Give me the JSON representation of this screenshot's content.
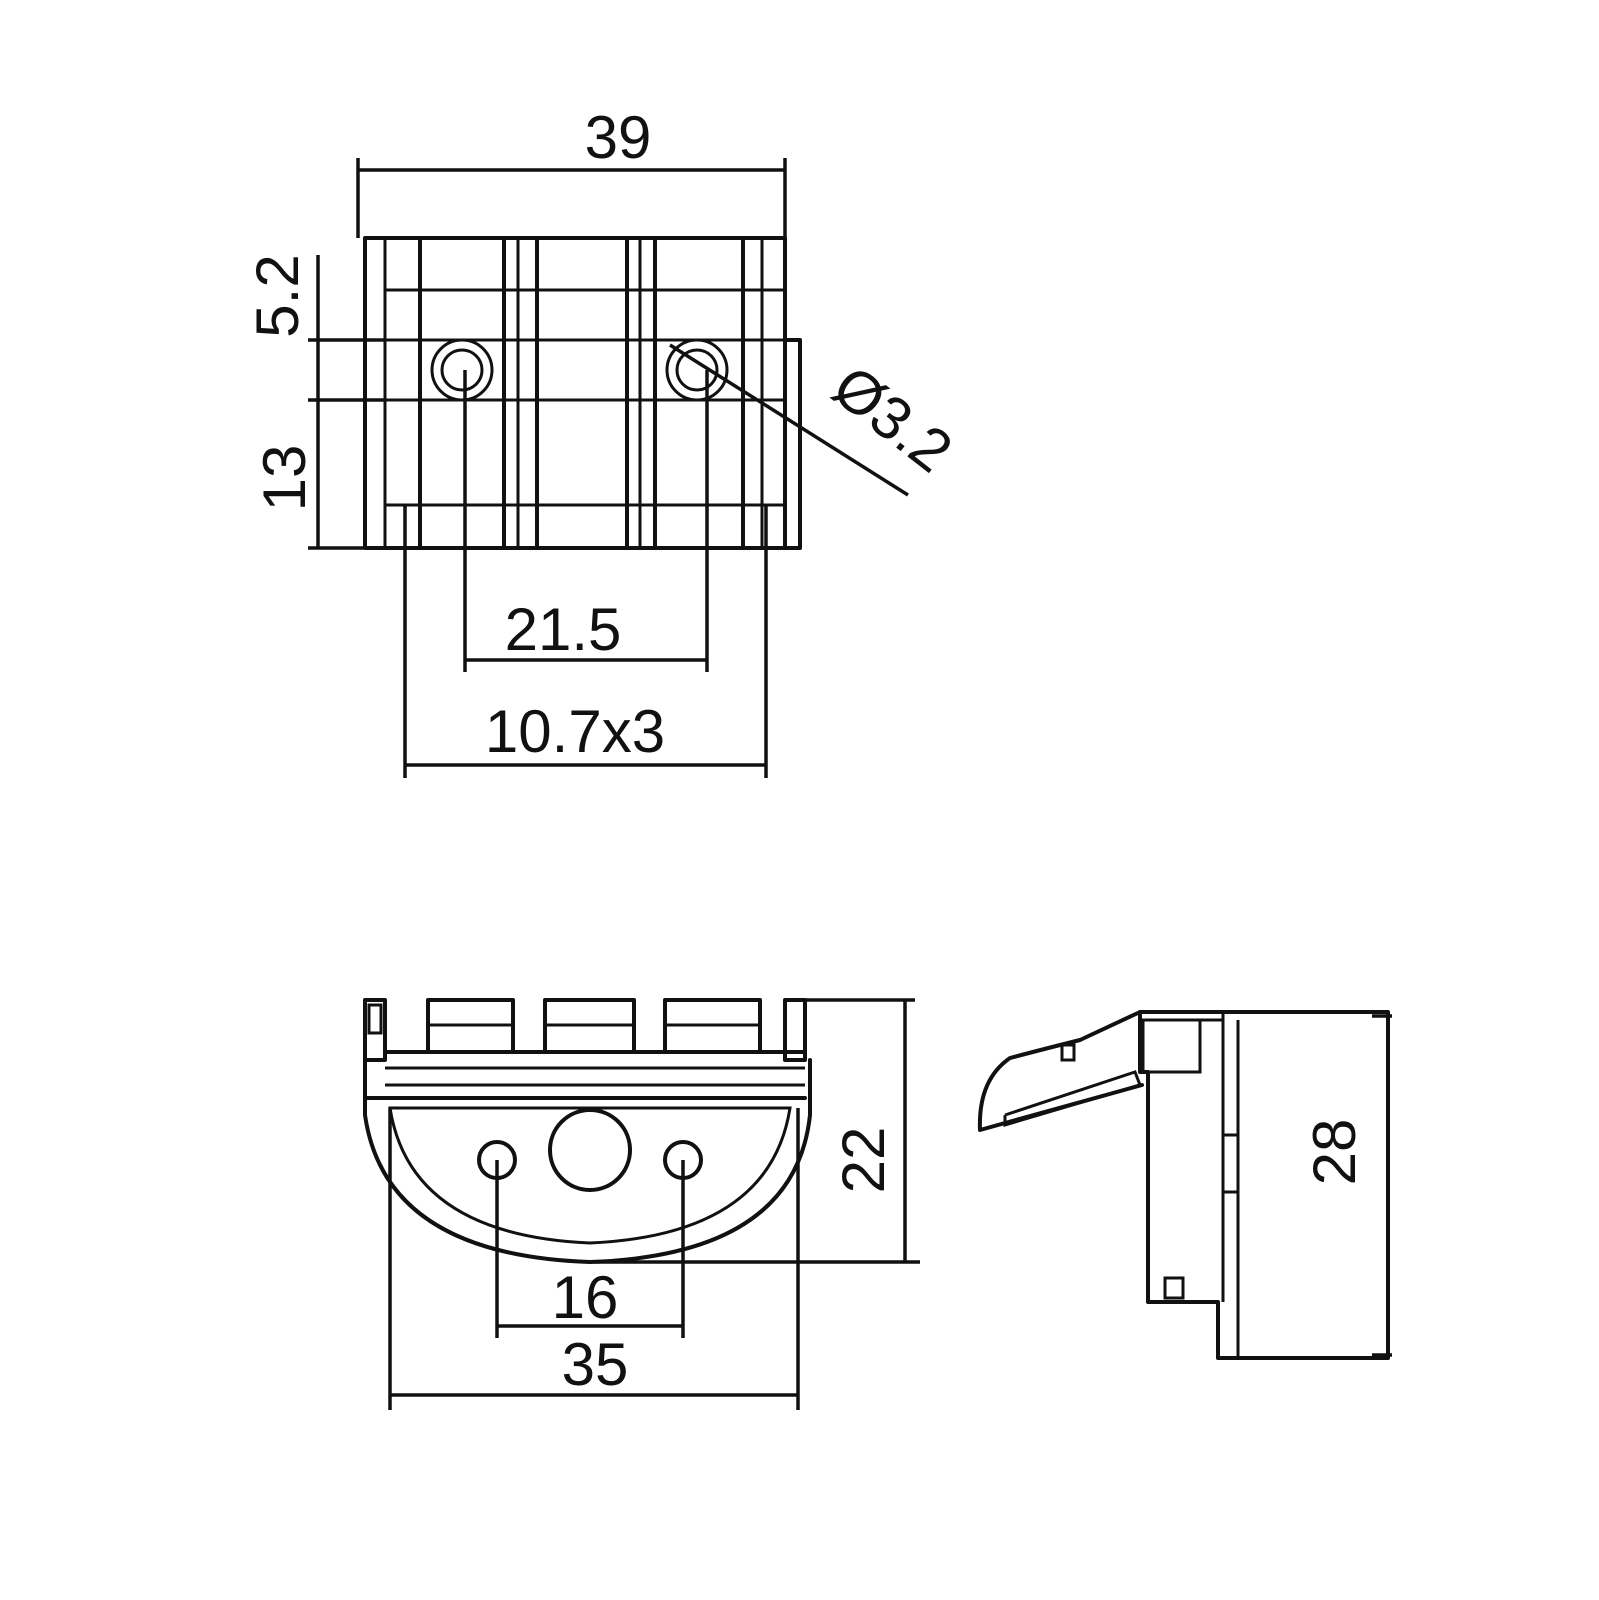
{
  "colors": {
    "line": "#111111",
    "background": "#ffffff"
  },
  "top_view": {
    "overall_width": "39",
    "tab_height": "5.2",
    "body_height": "13",
    "hole_spacing": "21.5",
    "pitch": "10.7x3",
    "hole_diameter": "Ø3.2"
  },
  "front_view": {
    "height": "22",
    "hole_spacing": "16",
    "width": "35"
  },
  "side_view": {
    "height": "28"
  }
}
